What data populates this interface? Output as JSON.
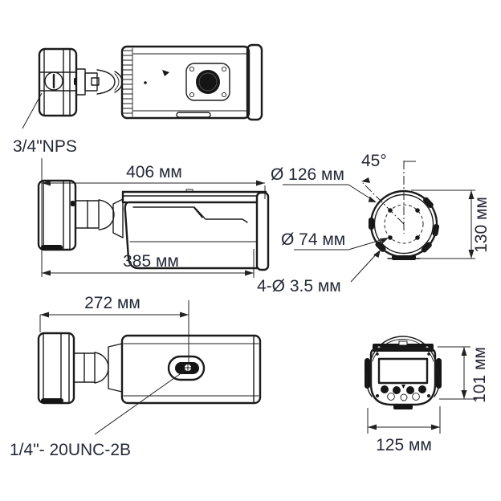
{
  "drawing": {
    "type": "camera-dimensional-drawing",
    "background_color": "#ffffff",
    "line_color": "#1b1b1b",
    "text_color": "#242a38",
    "units": "мм"
  },
  "views": {
    "top_view": {
      "thread_label": "3/4\"NPS"
    },
    "side_view": {
      "dim_overall_length": "406 мм",
      "dim_body_length": "385 мм"
    },
    "rear_view": {
      "angle_label": "45°",
      "dia_outer_label": "Ø 126 мм",
      "dia_bolt_circle_label": "Ø 74 мм",
      "holes_label": "4-Ø 3.5 мм",
      "dim_height": "130 мм"
    },
    "bottom_view": {
      "dim_mount_offset": "272 мм",
      "thread_label": "1/4\"- 20UNC-2B"
    },
    "front_view": {
      "dim_height": "101 мм",
      "dim_width": "125 мм"
    }
  }
}
